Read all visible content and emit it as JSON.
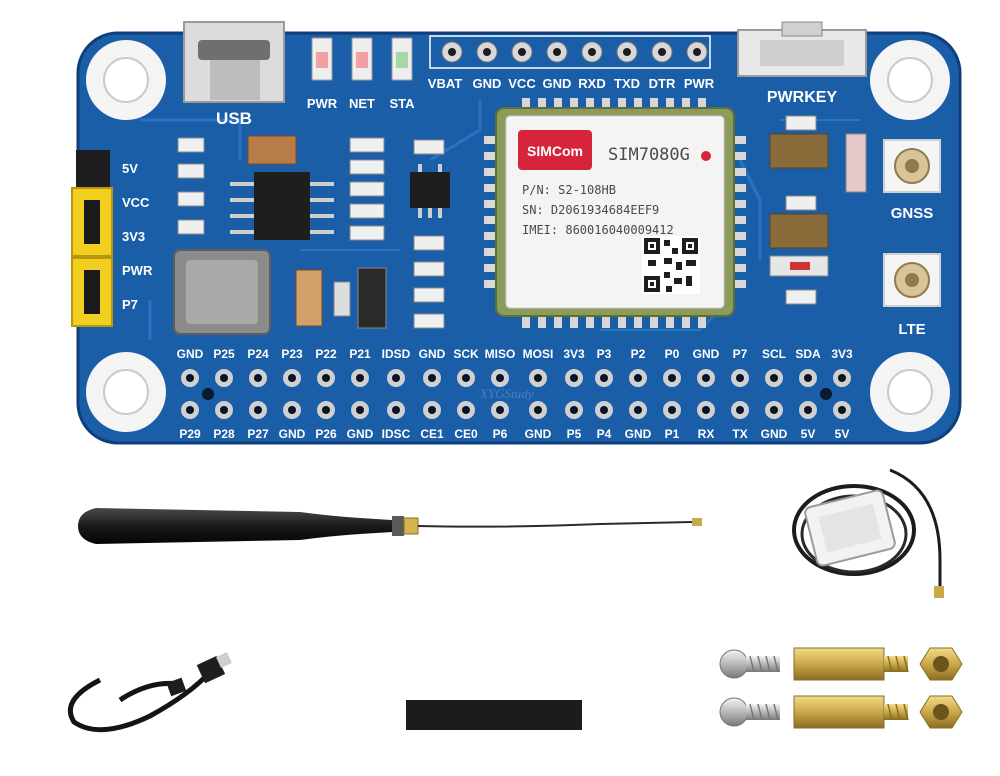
{
  "board": {
    "usb_label": "USB",
    "led_labels": [
      "PWR",
      "NET",
      "STA"
    ],
    "uart_labels": [
      "VBAT",
      "GND",
      "VCC",
      "GND",
      "RXD",
      "TXD",
      "DTR",
      "PWR"
    ],
    "pwrkey_label": "PWRKEY",
    "gnss_label": "GNSS",
    "lte_label": "LTE",
    "jumper_labels": [
      "5V",
      "VCC",
      "3V3",
      "PWR",
      "P7"
    ],
    "gpio_top_labels": [
      "GND",
      "P25",
      "P24",
      "P23",
      "P22",
      "P21",
      "IDSD",
      "GND",
      "SCK",
      "MISO",
      "MOSI",
      "3V3",
      "P3",
      "P2",
      "P0",
      "GND",
      "P7",
      "SCL",
      "SDA",
      "3V3"
    ],
    "gpio_bottom_labels": [
      "P29",
      "P28",
      "P27",
      "GND",
      "P26",
      "GND",
      "IDSC",
      "CE1",
      "CE0",
      "P6",
      "GND",
      "P5",
      "P4",
      "GND",
      "P1",
      "RX",
      "TX",
      "GND",
      "5V",
      "5V"
    ],
    "watermark": "XYGStudy"
  },
  "module": {
    "brand": "SIMCom",
    "model": "SIM7080G",
    "pn": "P/N: S2-108HB",
    "sn": "SN: D2061934684EEF9",
    "imei": "IMEI: 860016040009412"
  },
  "colors": {
    "pcb": "#1b5ea8",
    "jumper": "#f2cf1e",
    "module_frame": "#8a9b5a",
    "brass": "#c9a94a"
  }
}
